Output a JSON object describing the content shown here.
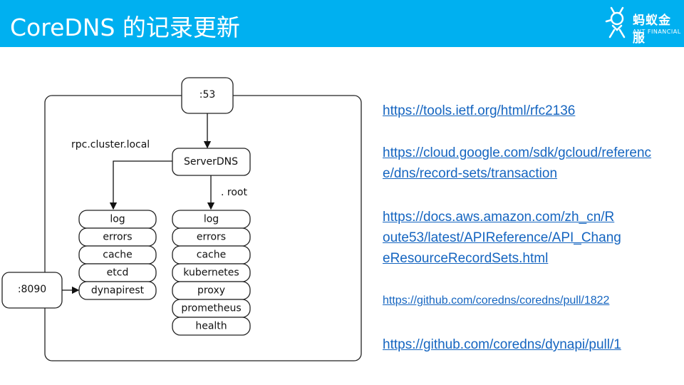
{
  "header": {
    "title": "CoreDNS 的记录更新",
    "logo_cn": "蚂蚁金服",
    "logo_en": "ANT FINANCIAL",
    "bg_color": "#00b0f0"
  },
  "diagram": {
    "port_dns": ":53",
    "port_api": ":8090",
    "server": "ServerDNS",
    "zone_left": "rpc.cluster.local",
    "zone_right": ". root",
    "left_plugins": [
      "log",
      "errors",
      "cache",
      "etcd",
      "dynapirest"
    ],
    "right_plugins": [
      "log",
      "errors",
      "cache",
      "kubernetes",
      "proxy",
      "prometheus",
      "health"
    ]
  },
  "links": [
    {
      "lines": [
        "https://tools.ietf.org/html/rfc2136"
      ]
    },
    {
      "lines": [
        "https://cloud.google.com/sdk/gcloud/referenc",
        "e/dns/record-sets/transaction"
      ]
    },
    {
      "lines": [
        "https://docs.aws.amazon.com/zh_cn/R",
        "oute53/latest/APIReference/API_Chang",
        "eResourceRecordSets.html"
      ]
    },
    {
      "lines": [
        "https://github.com/coredns/coredns/pull/1822"
      ]
    },
    {
      "lines": [
        "https://github.com/coredns/dynapi/pull/1"
      ]
    }
  ],
  "link_color": "#1565c0"
}
